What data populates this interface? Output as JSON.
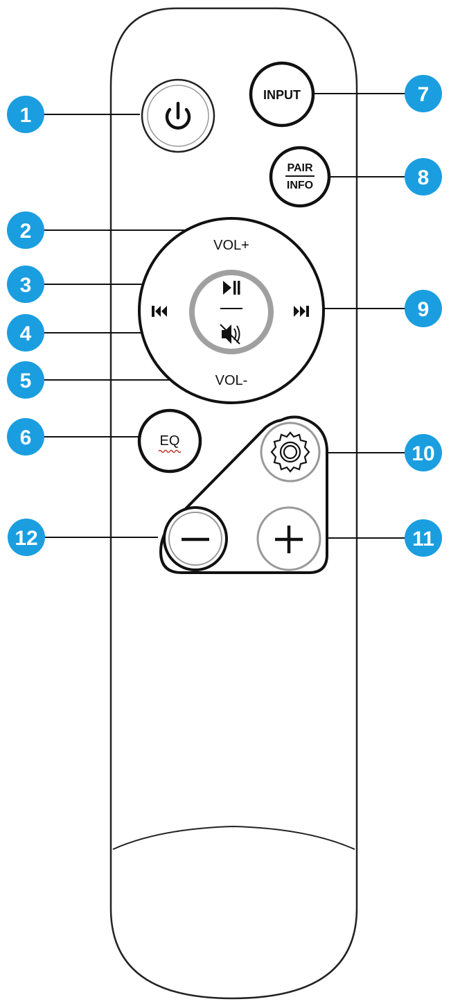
{
  "remote": {
    "buttons": {
      "input_label": "INPUT",
      "pair_label": "PAIR",
      "info_label": "INFO",
      "vol_up_label": "VOL+",
      "vol_down_label": "VOL-",
      "eq_label": "EQ"
    }
  },
  "callouts": [
    {
      "num": "1"
    },
    {
      "num": "2"
    },
    {
      "num": "3"
    },
    {
      "num": "4"
    },
    {
      "num": "5"
    },
    {
      "num": "6"
    },
    {
      "num": "7"
    },
    {
      "num": "8"
    },
    {
      "num": "9"
    },
    {
      "num": "10"
    },
    {
      "num": "11"
    },
    {
      "num": "12"
    }
  ],
  "colors": {
    "callout": "#1a9ee0",
    "outline": "#111111",
    "ring": "#9a9a9a",
    "eq_underline": "#c0392b"
  },
  "icons": [
    "power-icon",
    "play-pause-icon",
    "mute-icon",
    "prev-track-icon",
    "next-track-icon",
    "gear-icon",
    "minus-icon",
    "plus-icon"
  ]
}
